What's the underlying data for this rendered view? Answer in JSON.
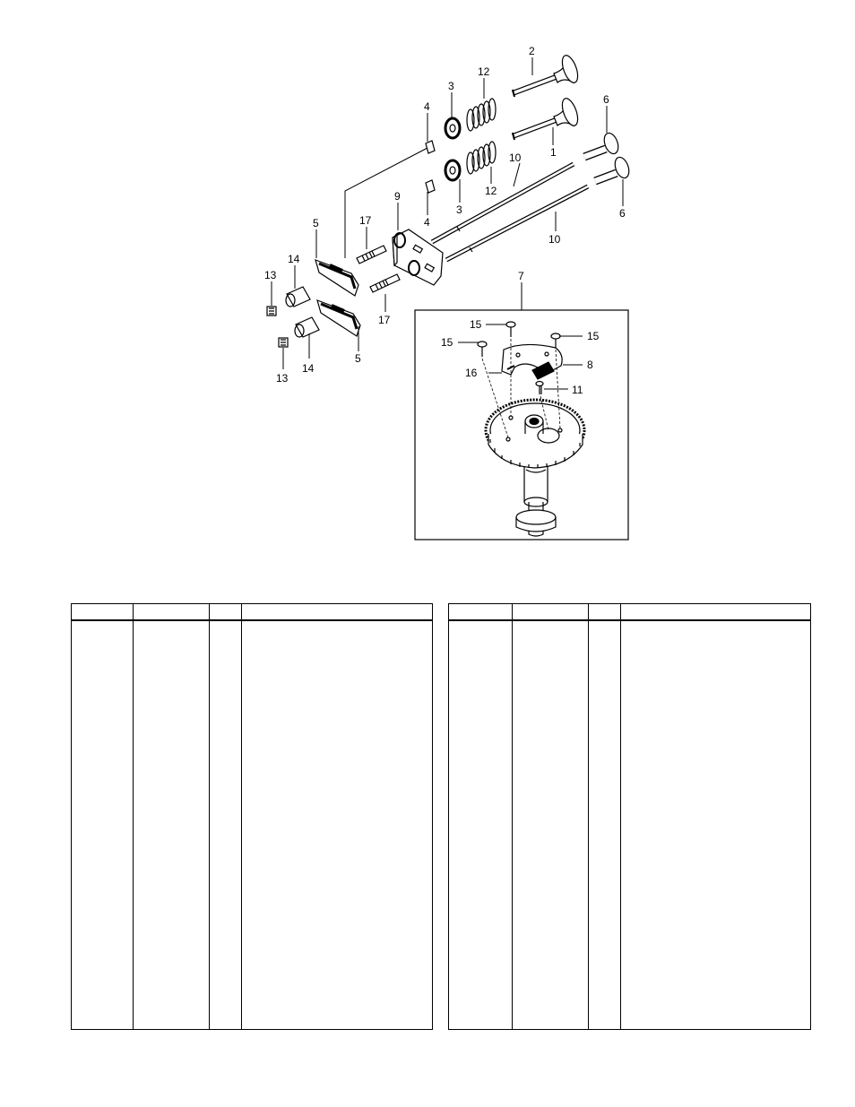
{
  "diagram": {
    "callouts": {
      "n1": "1",
      "n2": "2",
      "n3a": "3",
      "n3b": "3",
      "n4a": "4",
      "n4b": "4",
      "n5a": "5",
      "n5b": "5",
      "n6a": "6",
      "n6b": "6",
      "n7": "7",
      "n8": "8",
      "n9": "9",
      "n10a": "10",
      "n10b": "10",
      "n11": "11",
      "n12a": "12",
      "n12b": "12",
      "n13a": "13",
      "n13b": "13",
      "n14a": "14",
      "n14b": "14",
      "n15a": "15",
      "n15b": "15",
      "n15c": "15",
      "n16": "16",
      "n17a": "17",
      "n17b": "17"
    }
  },
  "parts_tables": {
    "left": {
      "headers": [
        "",
        "",
        "",
        ""
      ],
      "rows": []
    },
    "right": {
      "headers": [
        "",
        "",
        "",
        ""
      ],
      "rows": []
    }
  }
}
